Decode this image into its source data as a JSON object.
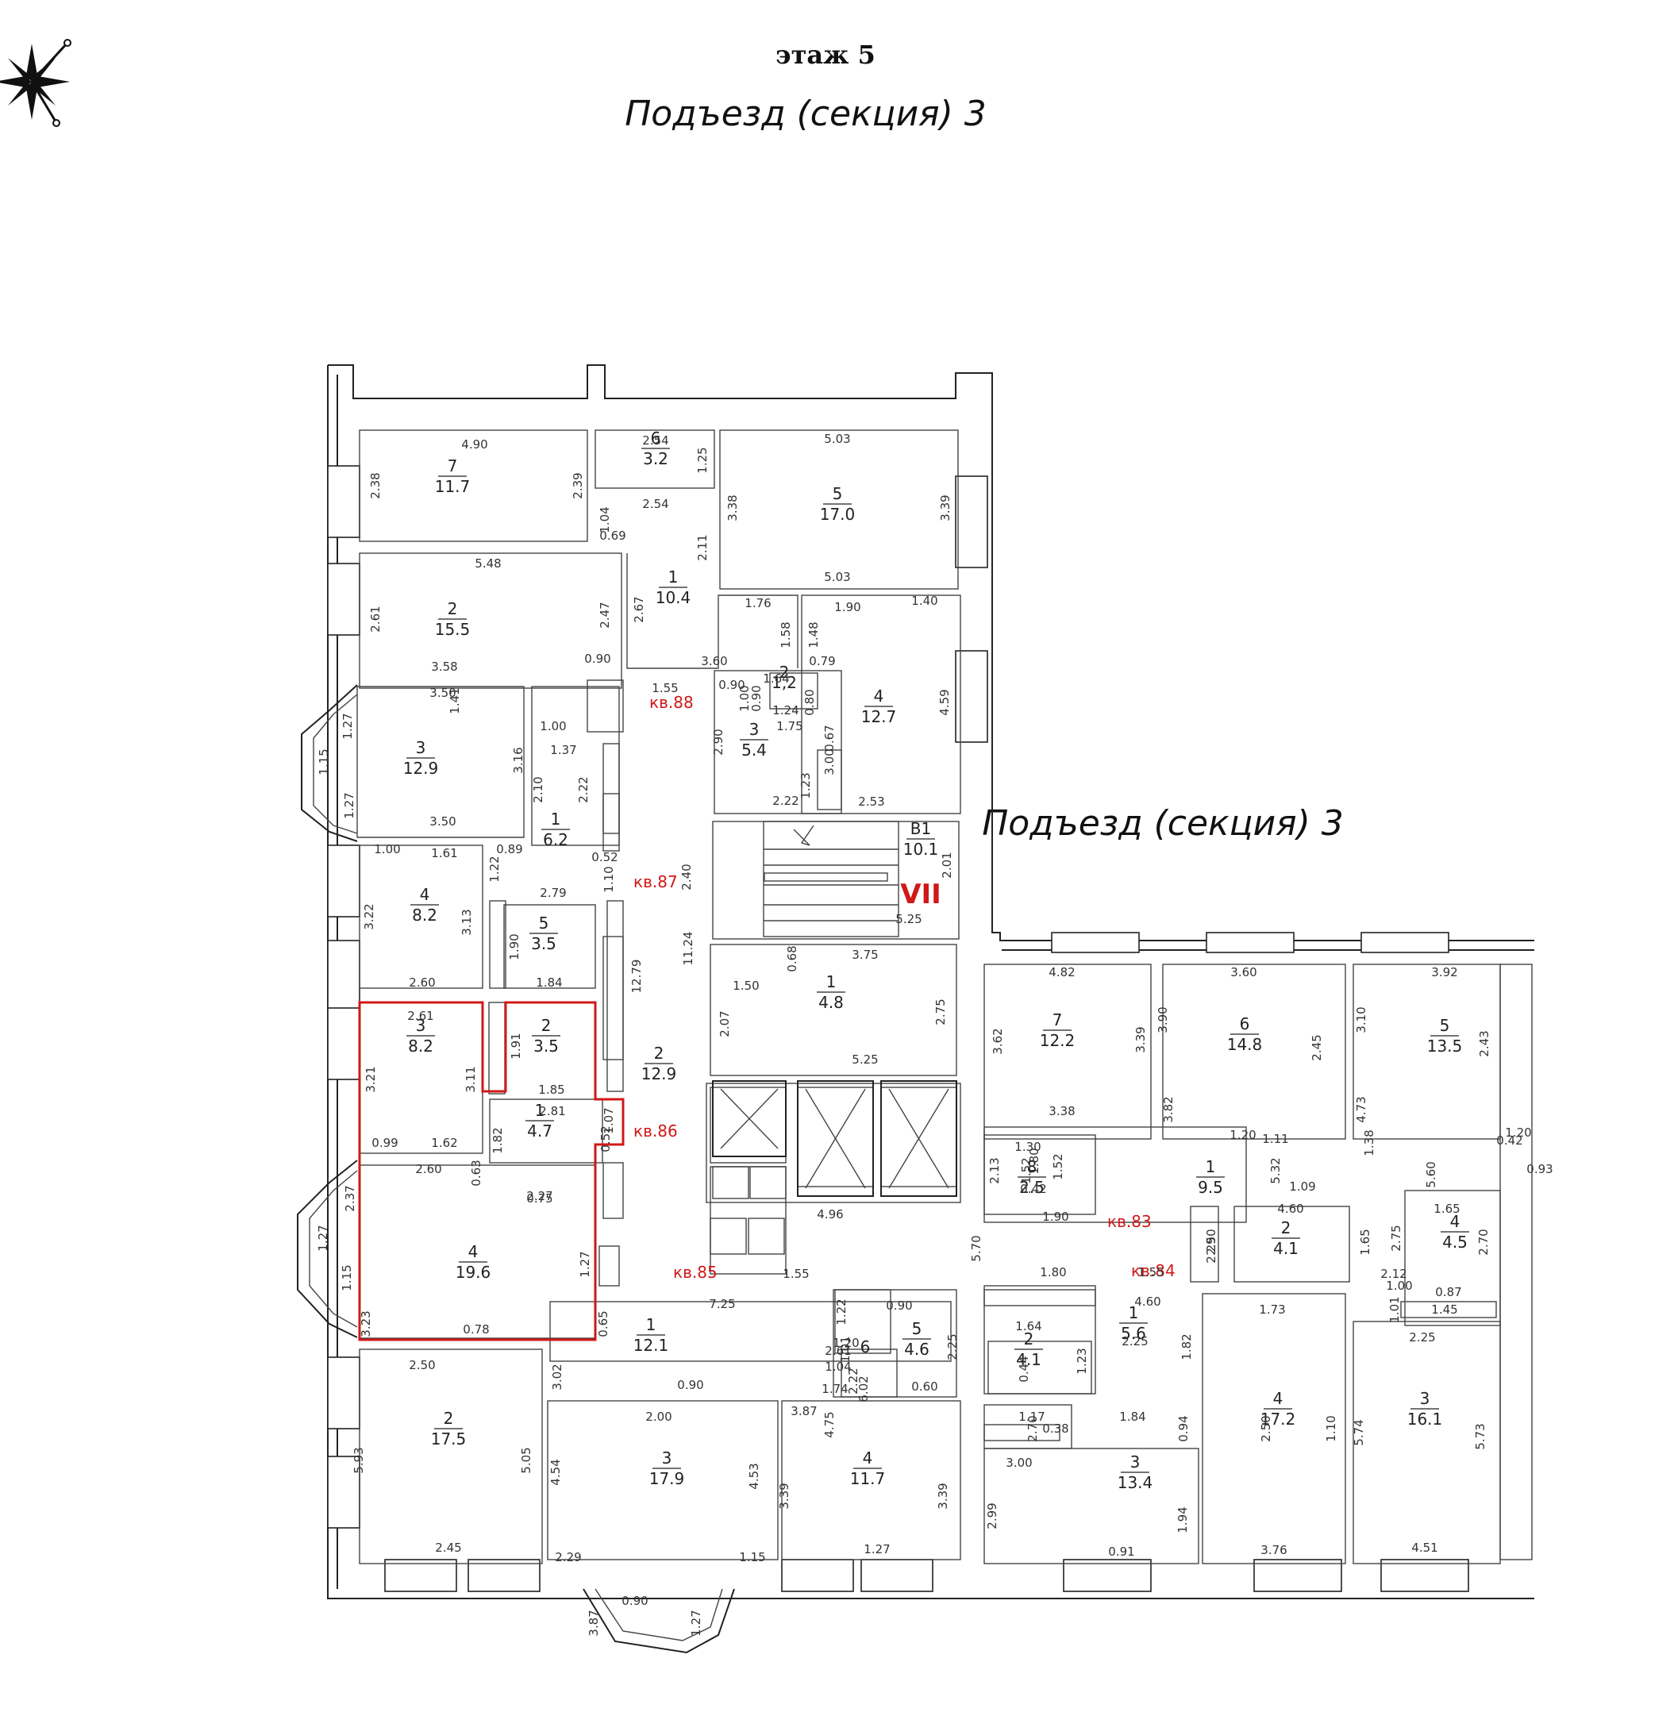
{
  "header": {
    "floor": "этаж 5",
    "section_title": "Подъезд (секция) 3",
    "section_label_right": "Подъезд (секция) 3"
  },
  "colors": {
    "highlight": "#d01818",
    "line": "#222222"
  },
  "icons": {
    "compass": "compass-rose-icon",
    "stairs_arrow": "stair-direction-icon"
  },
  "stair_label": "VII",
  "apartments": [
    {
      "id": "a88",
      "label": "кв.88"
    },
    {
      "id": "a87",
      "label": "кв.87"
    },
    {
      "id": "a86",
      "label": "кв.86"
    },
    {
      "id": "a85",
      "label": "кв.85"
    },
    {
      "id": "a84",
      "label": "кв.84"
    },
    {
      "id": "a83",
      "label": "кв.83"
    }
  ],
  "rooms": [
    {
      "num": "7",
      "area": "11.7"
    },
    {
      "num": "6",
      "area": "3.2"
    },
    {
      "num": "5",
      "area": "17.0"
    },
    {
      "num": "2",
      "area": "15.5"
    },
    {
      "num": "1",
      "area": "10.4"
    },
    {
      "num": "3",
      "area": "12.9"
    },
    {
      "num": "1",
      "area": "6.2"
    },
    {
      "num": "1,2",
      "area": ""
    },
    {
      "num": "2",
      "area": ""
    },
    {
      "num": "3",
      "area": "5.4"
    },
    {
      "num": "4",
      "area": "12.7"
    },
    {
      "num": "В1",
      "area": "10.1"
    },
    {
      "num": "4",
      "area": "8.2"
    },
    {
      "num": "5",
      "area": "3.5"
    },
    {
      "num": "1",
      "area": "4.8"
    },
    {
      "num": "3",
      "area": "8.2"
    },
    {
      "num": "2",
      "area": "3.5"
    },
    {
      "num": "2",
      "area": "12.9"
    },
    {
      "num": "1",
      "area": "4.7"
    },
    {
      "num": "4",
      "area": "19.6"
    },
    {
      "num": "7",
      "area": "12.2"
    },
    {
      "num": "6",
      "area": "14.8"
    },
    {
      "num": "5",
      "area": "13.5"
    },
    {
      "num": "8",
      "area": "2.5"
    },
    {
      "num": "1",
      "area": "9.5"
    },
    {
      "num": "2",
      "area": "4.1"
    },
    {
      "num": "4",
      "area": "4.5"
    },
    {
      "num": "1",
      "area": "12.1"
    },
    {
      "num": "5",
      "area": "4.6"
    },
    {
      "num": "6",
      "area": ""
    },
    {
      "num": "2",
      "area": "4.1"
    },
    {
      "num": "1",
      "area": "5.6"
    },
    {
      "num": "2",
      "area": "17.5"
    },
    {
      "num": "3",
      "area": "17.9"
    },
    {
      "num": "4",
      "area": "11.7"
    },
    {
      "num": "3",
      "area": "13.4"
    },
    {
      "num": "4",
      "area": "17.2"
    },
    {
      "num": "3",
      "area": "16.1"
    }
  ],
  "dims": [
    "4.90",
    "2.38",
    "2.39",
    "2.54",
    "1.25",
    "2.54",
    "5.03",
    "3.38",
    "3.39",
    "5.03",
    "1.04",
    "0.69",
    "2.11",
    "5.48",
    "2.61",
    "2.47",
    "3.58",
    "2.67",
    "1.76",
    "1.90",
    "1.40",
    "1.58",
    "1.48",
    "0.90",
    "3.60",
    "1.55",
    "0.90",
    "1.00",
    "0.90",
    "1.64",
    "0.79",
    "1.24",
    "0.80",
    "1.75",
    "4.59",
    "3.50",
    "1.27",
    "1.41",
    "1.15",
    "1.27",
    "1.00",
    "1.37",
    "3.16",
    "2.10",
    "2.22",
    "2.90",
    "0.67",
    "3.00",
    "1.23",
    "2.22",
    "2.53",
    "3.50",
    "1.00",
    "1.61",
    "0.89",
    "1.22",
    "0.52",
    "1.10",
    "2.40",
    "2.01",
    "5.25",
    "2.79",
    "3.22",
    "3.13",
    "1.90",
    "11.24",
    "0.68",
    "3.75",
    "2.60",
    "1.84",
    "12.79",
    "1.50",
    "2.07",
    "2.75",
    "2.61",
    "1.91",
    "3.21",
    "3.11",
    "1.85",
    "5.25",
    "2.81",
    "1.07",
    "1.82",
    "0.52",
    "0.99",
    "1.62",
    "0.63",
    "2.60",
    "2.27",
    "0.75",
    "2.37",
    "1.27",
    "1.15",
    "1.27",
    "3.23",
    "0.78",
    "4.96",
    "5.70",
    "1.55",
    "7.25",
    "4.82",
    "3.62",
    "3.39",
    "3.38",
    "3.60",
    "3.90",
    "2.45",
    "3.82",
    "1.20",
    "3.92",
    "3.10",
    "2.43",
    "4.73",
    "1.20",
    "1.38",
    "0.42",
    "1.30",
    "1.80",
    "1.52",
    "1.52",
    "0.42",
    "2.13",
    "1.11",
    "5.32",
    "1.09",
    "5.60",
    "0.93",
    "1.90",
    "4.60",
    "2.50",
    "1.65",
    "1.65",
    "2.75",
    "2.70",
    "1.80",
    "2.29",
    "1.55",
    "4.60",
    "2.12",
    "1.00",
    "1.01",
    "0.87",
    "1.45",
    "0.65",
    "1.22",
    "0.90",
    "2.61",
    "1.01",
    "1.20",
    "1.04",
    "2.25",
    "0.90",
    "1.74",
    "2.22",
    "6.02",
    "0.60",
    "1.64",
    "0.44",
    "1.23",
    "1.82",
    "2.25",
    "1.73",
    "2.25",
    "2.50",
    "3.02",
    "2.00",
    "3.87",
    "4.75",
    "1.17",
    "0.38",
    "2.70",
    "1.84",
    "0.94",
    "2.50",
    "1.10",
    "5.74",
    "5.73",
    "5.93",
    "5.05",
    "4.54",
    "4.53",
    "3.39",
    "3.39",
    "3.00",
    "2.99",
    "1.94",
    "2.45",
    "2.29",
    "3.87",
    "0.90",
    "1.27",
    "1.15",
    "1.27",
    "0.91",
    "3.76",
    "4.51",
    "3.00",
    "3.00"
  ]
}
